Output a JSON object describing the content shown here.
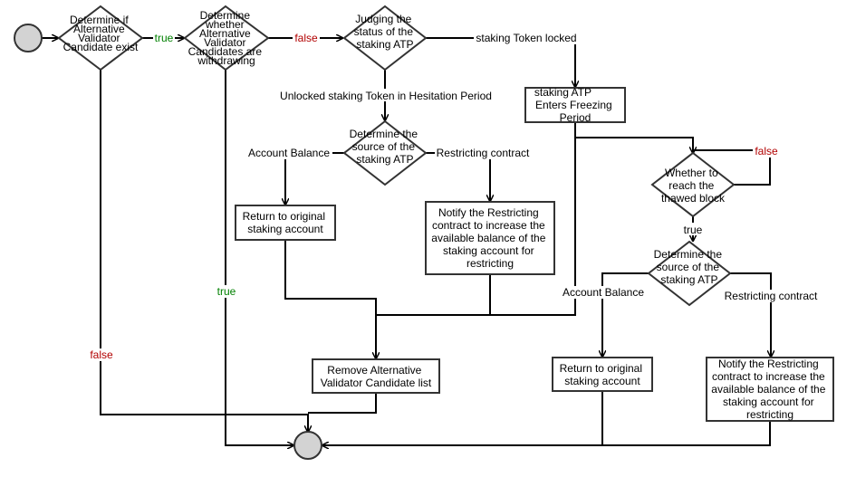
{
  "colors": {
    "true_label": "#008000",
    "false_label": "#b20000",
    "node_fill": "#d3d3d3"
  },
  "nodes": {
    "d1": [
      "Determine if",
      "Alternative",
      "Validator",
      "Candidate exist"
    ],
    "d2": [
      "Determine",
      "whether",
      "Alternative",
      "Validator",
      "Candidates are",
      "withdrawing"
    ],
    "d3": [
      "Judging the",
      "status of the",
      "staking ATP"
    ],
    "freeze": [
      "staking ATP",
      "Enters Freezing",
      "Period"
    ],
    "d4": [
      "Determine the",
      "source of the",
      "staking ATP"
    ],
    "return1": [
      "Return to original",
      "staking account"
    ],
    "notify1": [
      "Notify the Restricting",
      "contract to increase the",
      "available balance of the",
      "staking account for",
      "restricting"
    ],
    "d5": [
      "Whether to",
      "reach the",
      "thawed block"
    ],
    "d6": [
      "Determine the",
      "source of the",
      "staking ATP"
    ],
    "return2": [
      "Return to original",
      "staking account"
    ],
    "notify2": [
      "Notify the Restricting",
      "contract to increase the",
      "available balance of the",
      "staking account for",
      "restricting"
    ],
    "remove": [
      "Remove Alternative",
      "Validator Candidate  list"
    ]
  },
  "edges": {
    "true1": "true",
    "false1": "false",
    "true2": "true",
    "false2": "false",
    "locked": "staking Token locked",
    "unlocked": "Unlocked staking Token in Hesitation Period",
    "acct1": "Account Balance",
    "restr1": "Restricting contract",
    "false3": "false",
    "true3": "true",
    "acct2": "Account Balance",
    "restr2": "Restricting contract"
  }
}
